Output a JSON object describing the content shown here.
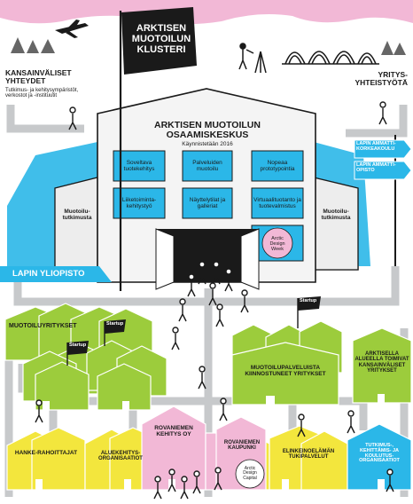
{
  "flag": {
    "line1": "ARKTISEN",
    "line2": "MUOTOILUN",
    "line3": "KLUSTERI"
  },
  "top_left": {
    "title1": "KANSAINVÄLISET",
    "title2": "YHTEYDET",
    "desc1": "Tutkimus- ja kehitysympäristöt,",
    "desc2": "verkostot ja -instituutit"
  },
  "top_right": {
    "title1": "YRITYS-",
    "title2": "YHTEISTYÖTÄ"
  },
  "center": {
    "title1": "ARKTISEN MUOTOILUN",
    "title2": "OSAAMISKESKUS",
    "subtitle": "Käynnistetään 2016"
  },
  "windows": {
    "w1": "Soveltava tuotekehitys",
    "w2": "Palveluiden muotoilu",
    "w3": "Nopeaa prototypointia",
    "w4": "Liiketoiminta-kehitystyö",
    "w5": "Näyttelytilat ja galleriat",
    "w6": "Virtuaalituotanto ja tuotevalmistus",
    "w7": "Arctic Design Week"
  },
  "wings": {
    "left": "Muotoilu-tutkimusta",
    "right": "Muotoilu-tutkimusta"
  },
  "lapin_yliopisto": "LAPIN YLIOPISTO",
  "signs": {
    "s1": "LAPIN AMMATTI-KORKEAKOULU",
    "s2": "LAPIN AMMATTI-OPISTO"
  },
  "startup": "Startup",
  "green": {
    "g1": "MUOTOILUYRITYKSET",
    "g2": "MUOTOILUPALVELUISTA KIINNOSTUNEET YRITYKSET",
    "g3": "ARKTISELLA ALUEELLA TOIMIVAT KANSAINVÄLISET YRITYKSET"
  },
  "bottom": {
    "b1": "HANKE-RAHOITTAJAT",
    "b2": "ALUEKEHITYS-ORGANISAATIOT",
    "b3": "ROVANIEMEN KEHITYS OY",
    "b4": "ROVANIEMEN KAUPUNKI",
    "b4_badge": "Arctic Design Capital",
    "b5": "ELINKEINOELÄMÄN TUKIPALVELUT",
    "b6": "TUTKIMUS-, KEHITTÄMIS- JA KOULUTUS-ORGANISAATIOT"
  },
  "colors": {
    "pink": "#f2b8d6",
    "cyan": "#2bb7e8",
    "green": "#9ccc3c",
    "yellow": "#f3e63d",
    "road": "#c7c9cb",
    "black": "#1a1a1a"
  }
}
